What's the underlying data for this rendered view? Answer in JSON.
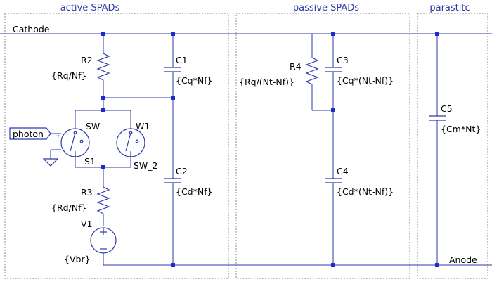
{
  "sections": {
    "active": "active SPADs",
    "passive": "passive SPADs",
    "parasitic": "parastitc"
  },
  "nets": {
    "cathode": "Cathode",
    "anode": "Anode",
    "photon": "photon"
  },
  "components": {
    "r2": {
      "name": "R2",
      "value": "{Rq/Nf}"
    },
    "c1": {
      "name": "C1",
      "value": "{Cq*Nf}"
    },
    "sw": {
      "name": "SW",
      "model": "S1"
    },
    "w1": {
      "name": "W1",
      "model": "SW_2"
    },
    "c2": {
      "name": "C2",
      "value": "{Cd*Nf}"
    },
    "r3": {
      "name": "R3",
      "value": "{Rd/Nf}"
    },
    "v1": {
      "name": "V1",
      "value": "{Vbr}"
    },
    "r4": {
      "name": "R4",
      "value": "{Rq/(Nt-Nf)}"
    },
    "c3": {
      "name": "C3",
      "value": "{Cq*(Nt-Nf)}"
    },
    "c4": {
      "name": "C4",
      "value": "{Cd*(Nt-Nf)}"
    },
    "c5": {
      "name": "C5",
      "value": "{Cm*Nt}"
    }
  },
  "pins": {
    "plus": "+",
    "minus": "-"
  }
}
